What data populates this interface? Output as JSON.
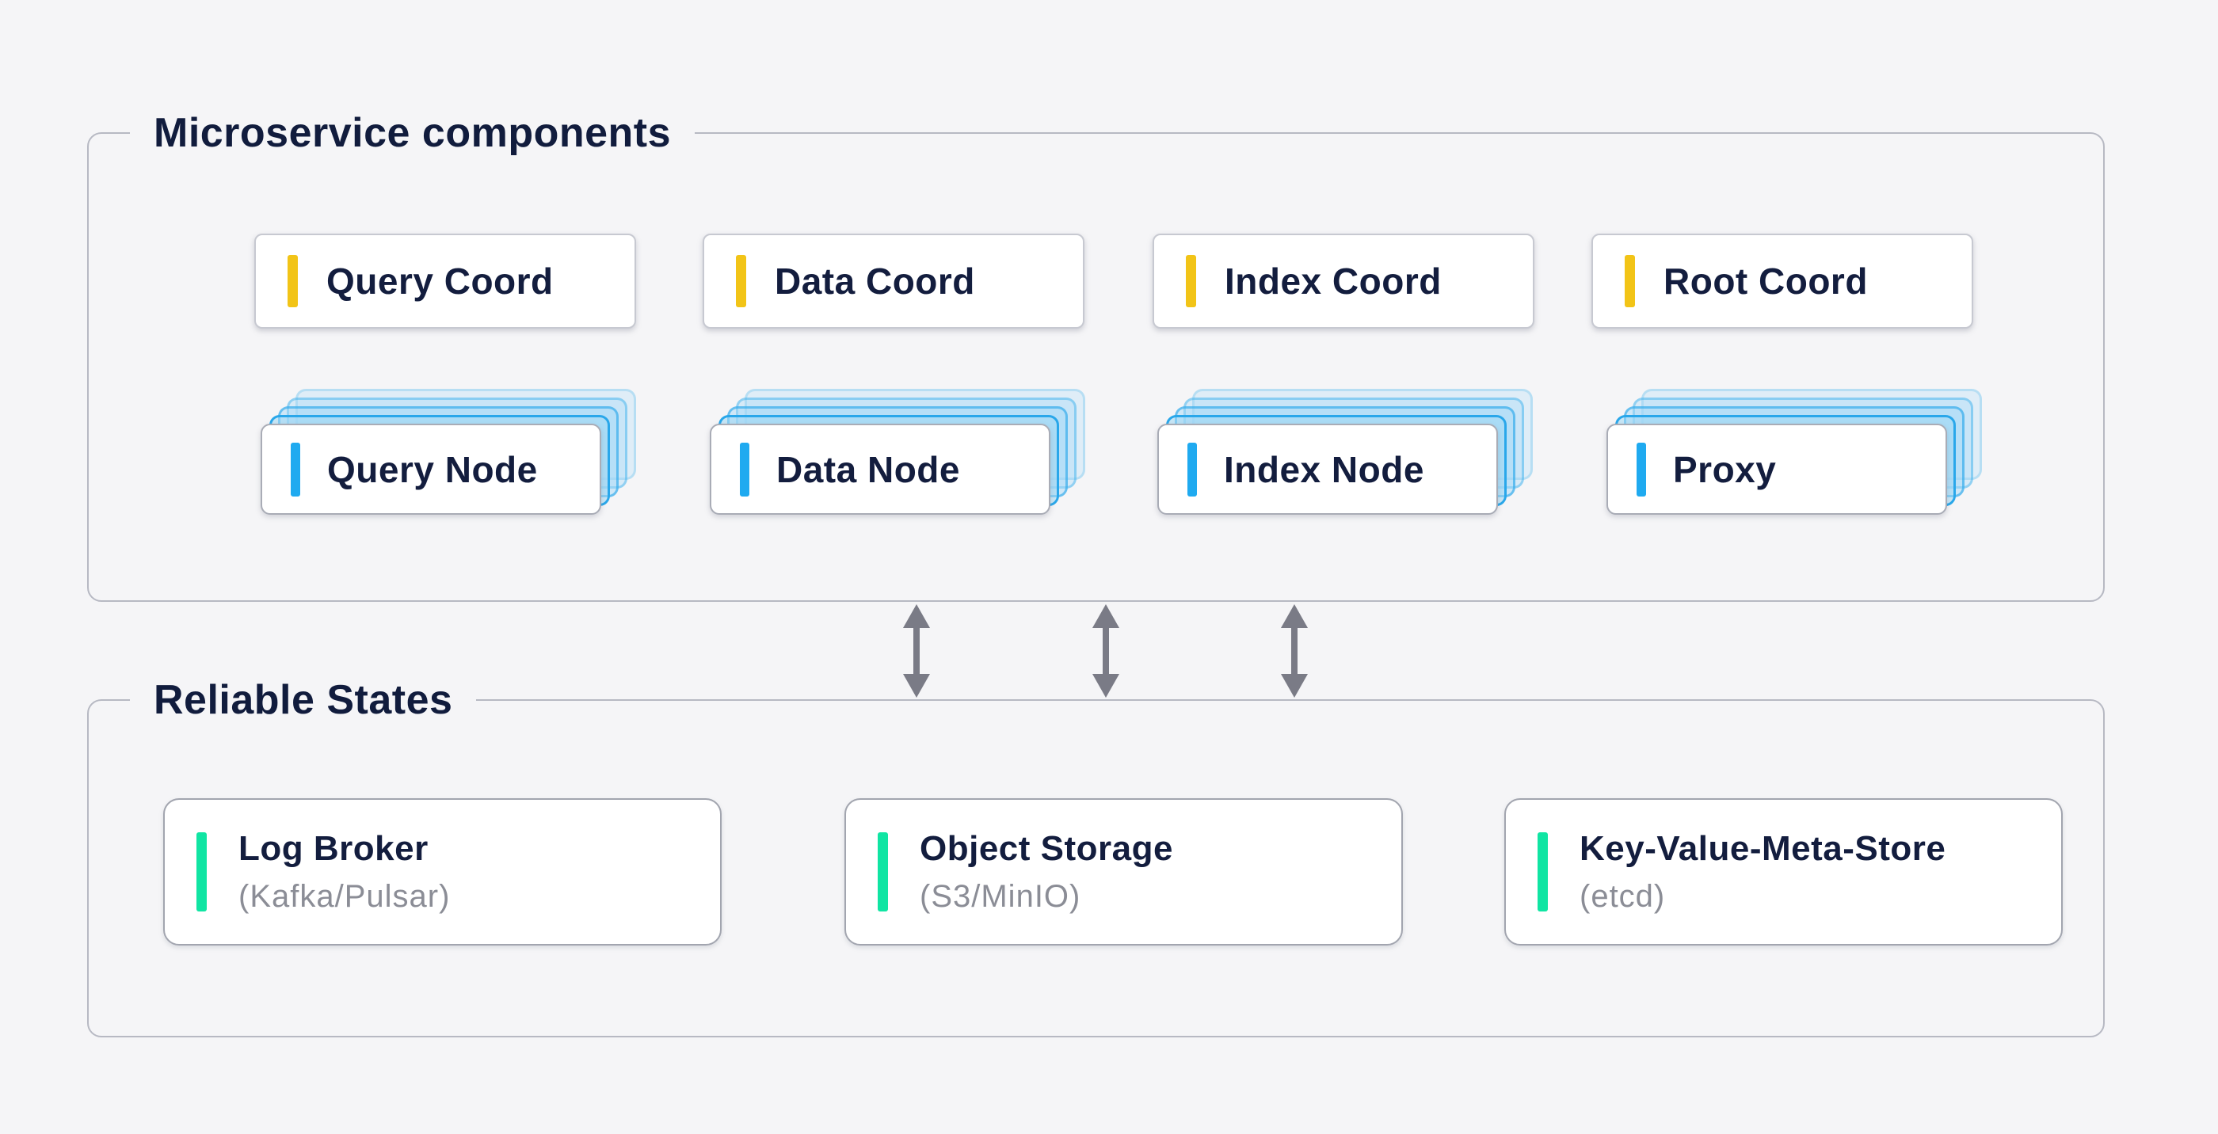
{
  "page": {
    "background_color": "#F5F5F7",
    "text_color_primary": "#131D3E",
    "text_color_muted": "#8B8D96"
  },
  "colors": {
    "coordinator_accent": "#F2C417",
    "node_accent": "#1FAAF0",
    "store_accent": "#10E5A3",
    "arrow": "#7A7B86",
    "container_border": "#B7B9C3",
    "stack_blue": "#29A7EA"
  },
  "groups": {
    "microservices": {
      "title": "Microservice components",
      "coordinators": [
        {
          "label": "Query Coord"
        },
        {
          "label": "Data Coord"
        },
        {
          "label": "Index Coord"
        },
        {
          "label": "Root Coord"
        }
      ],
      "nodes": [
        {
          "label": "Query Node"
        },
        {
          "label": "Data Node"
        },
        {
          "label": "Index Node"
        },
        {
          "label": "Proxy"
        }
      ]
    },
    "reliable": {
      "title": "Reliable States",
      "stores": [
        {
          "label": "Log Broker",
          "sublabel": "(Kafka/Pulsar)"
        },
        {
          "label": "Object Storage",
          "sublabel": "(S3/MinIO)"
        },
        {
          "label": "Key-Value-Meta-Store",
          "sublabel": "(etcd)"
        }
      ]
    },
    "connectors": {
      "type": "bidirectional-vertical-arrows",
      "count": 3
    }
  }
}
